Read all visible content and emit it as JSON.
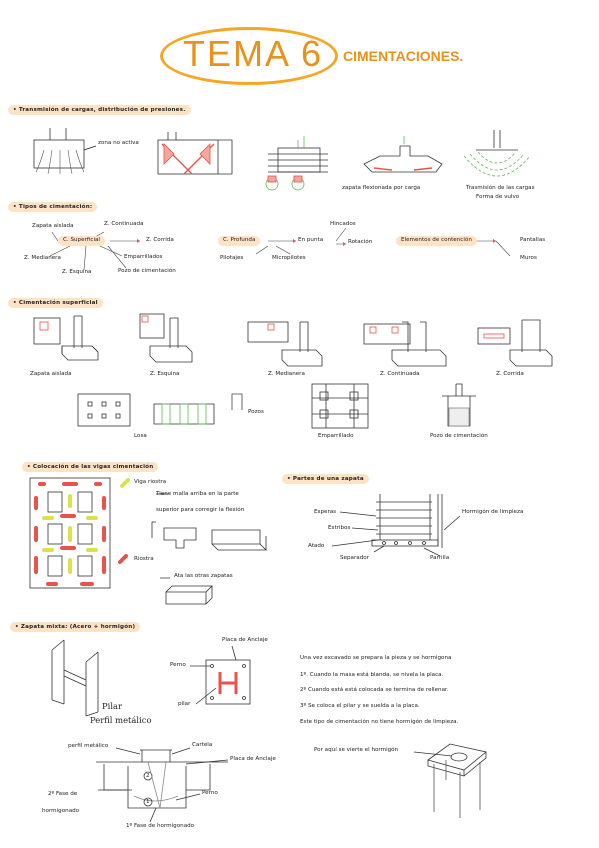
{
  "header": {
    "title": "TEMA 6",
    "subtitle": "CIMENTACIONES."
  },
  "colors": {
    "accent": "#e8921c",
    "highlight": "#fde2c4",
    "red": "#e8534a",
    "yellow": "#d9e24a",
    "green": "#5dbb4f"
  },
  "s1": {
    "heading": "• Transmisión de cargas, distribución de presiones.",
    "zona": "zona no activa",
    "zapata_label": "zapata flexionada por carga",
    "trans1": "Trasmisión de las cargas",
    "trans2": "Forma de vulvo"
  },
  "s2": {
    "heading": "• Tipos de cimentación:",
    "superficial": "C. Superficial",
    "aislada": "Zapata aislada",
    "corrida_top": "Z. Corrida",
    "continuada": "Z. Continuada",
    "medianera": "Z. Medianera",
    "esquina": "Z. Esquina",
    "emparrillados": "Emparrillados",
    "pozo": "Pozo de cimentación",
    "profunda": "C. Profunda",
    "en_punta": "En punta",
    "hincados": "Hincados",
    "rotacion": "Rotación",
    "pilotajes": "Pilotajes",
    "micropilotes": "Micropilotes",
    "contencion": "Elementos de contención",
    "pantallas": "Pantallas",
    "muros": "Muros"
  },
  "s3": {
    "heading": "• Cimentación superficial",
    "aislada": "Zapata aislada",
    "esquina": "Z. Esquina",
    "medianera": "Z. Medianera",
    "continuada": "Z. Continuada",
    "corrida": "Z. Corrida",
    "losa": "Losa",
    "pozos_tag": "Pozos",
    "emparrillado": "Emparrillado",
    "pozo": "Pozo de cimentación"
  },
  "s4": {
    "heading": "• Colocación de las vigas cimentación",
    "viga_riostra_title": "Viga riostra",
    "viga_text1": "Tiene malla arriba en la parte",
    "viga_text2": "superior para corregir la flexión",
    "riostra_title": "Riostra",
    "riostra_text": "Ata las otras zapatas"
  },
  "s5": {
    "heading": "• Partes de una zapata",
    "esperas": "Esperas",
    "estribos": "Estribos",
    "atado": "Atado",
    "separador": "Separador",
    "hormigon_limpieza": "Hormigón de limpieza",
    "parrilla": "Parrilla"
  },
  "s6": {
    "heading": "• Zapata mixta: (Acero + hormigón)",
    "placa_anclaje": "Placa de Anclaje",
    "perno": "Perno",
    "pilar_small": "pilar",
    "pilar": "Pilar",
    "perfil_metalico": "Perfil metálico",
    "text1": "Una vez excavado se prepara la pieza y se hormigona",
    "text2": "1º. Cuando la masa está blanda, se nivela la placa.",
    "text3": "2º Cuando está está colocada se termina de rellenar.",
    "text4": "3º Se coloca el pilar y se suelda a la placa.",
    "text5": "Este tipo de cimentación no tiene hormigón de limpieza.",
    "perfil_metalico2": "perfil metálico",
    "cartela": "Cartela",
    "placa_anclaje2": "Placa de Anclaje",
    "segunda_fase_1": "2º Fase de",
    "segunda_fase_2": "hormigonado",
    "perno2": "Perno",
    "primera_fase": "1º Fase de hormigonado",
    "num2": "2",
    "num1": "1",
    "por_aqui": "Por aquí se vierte el hormigón"
  }
}
